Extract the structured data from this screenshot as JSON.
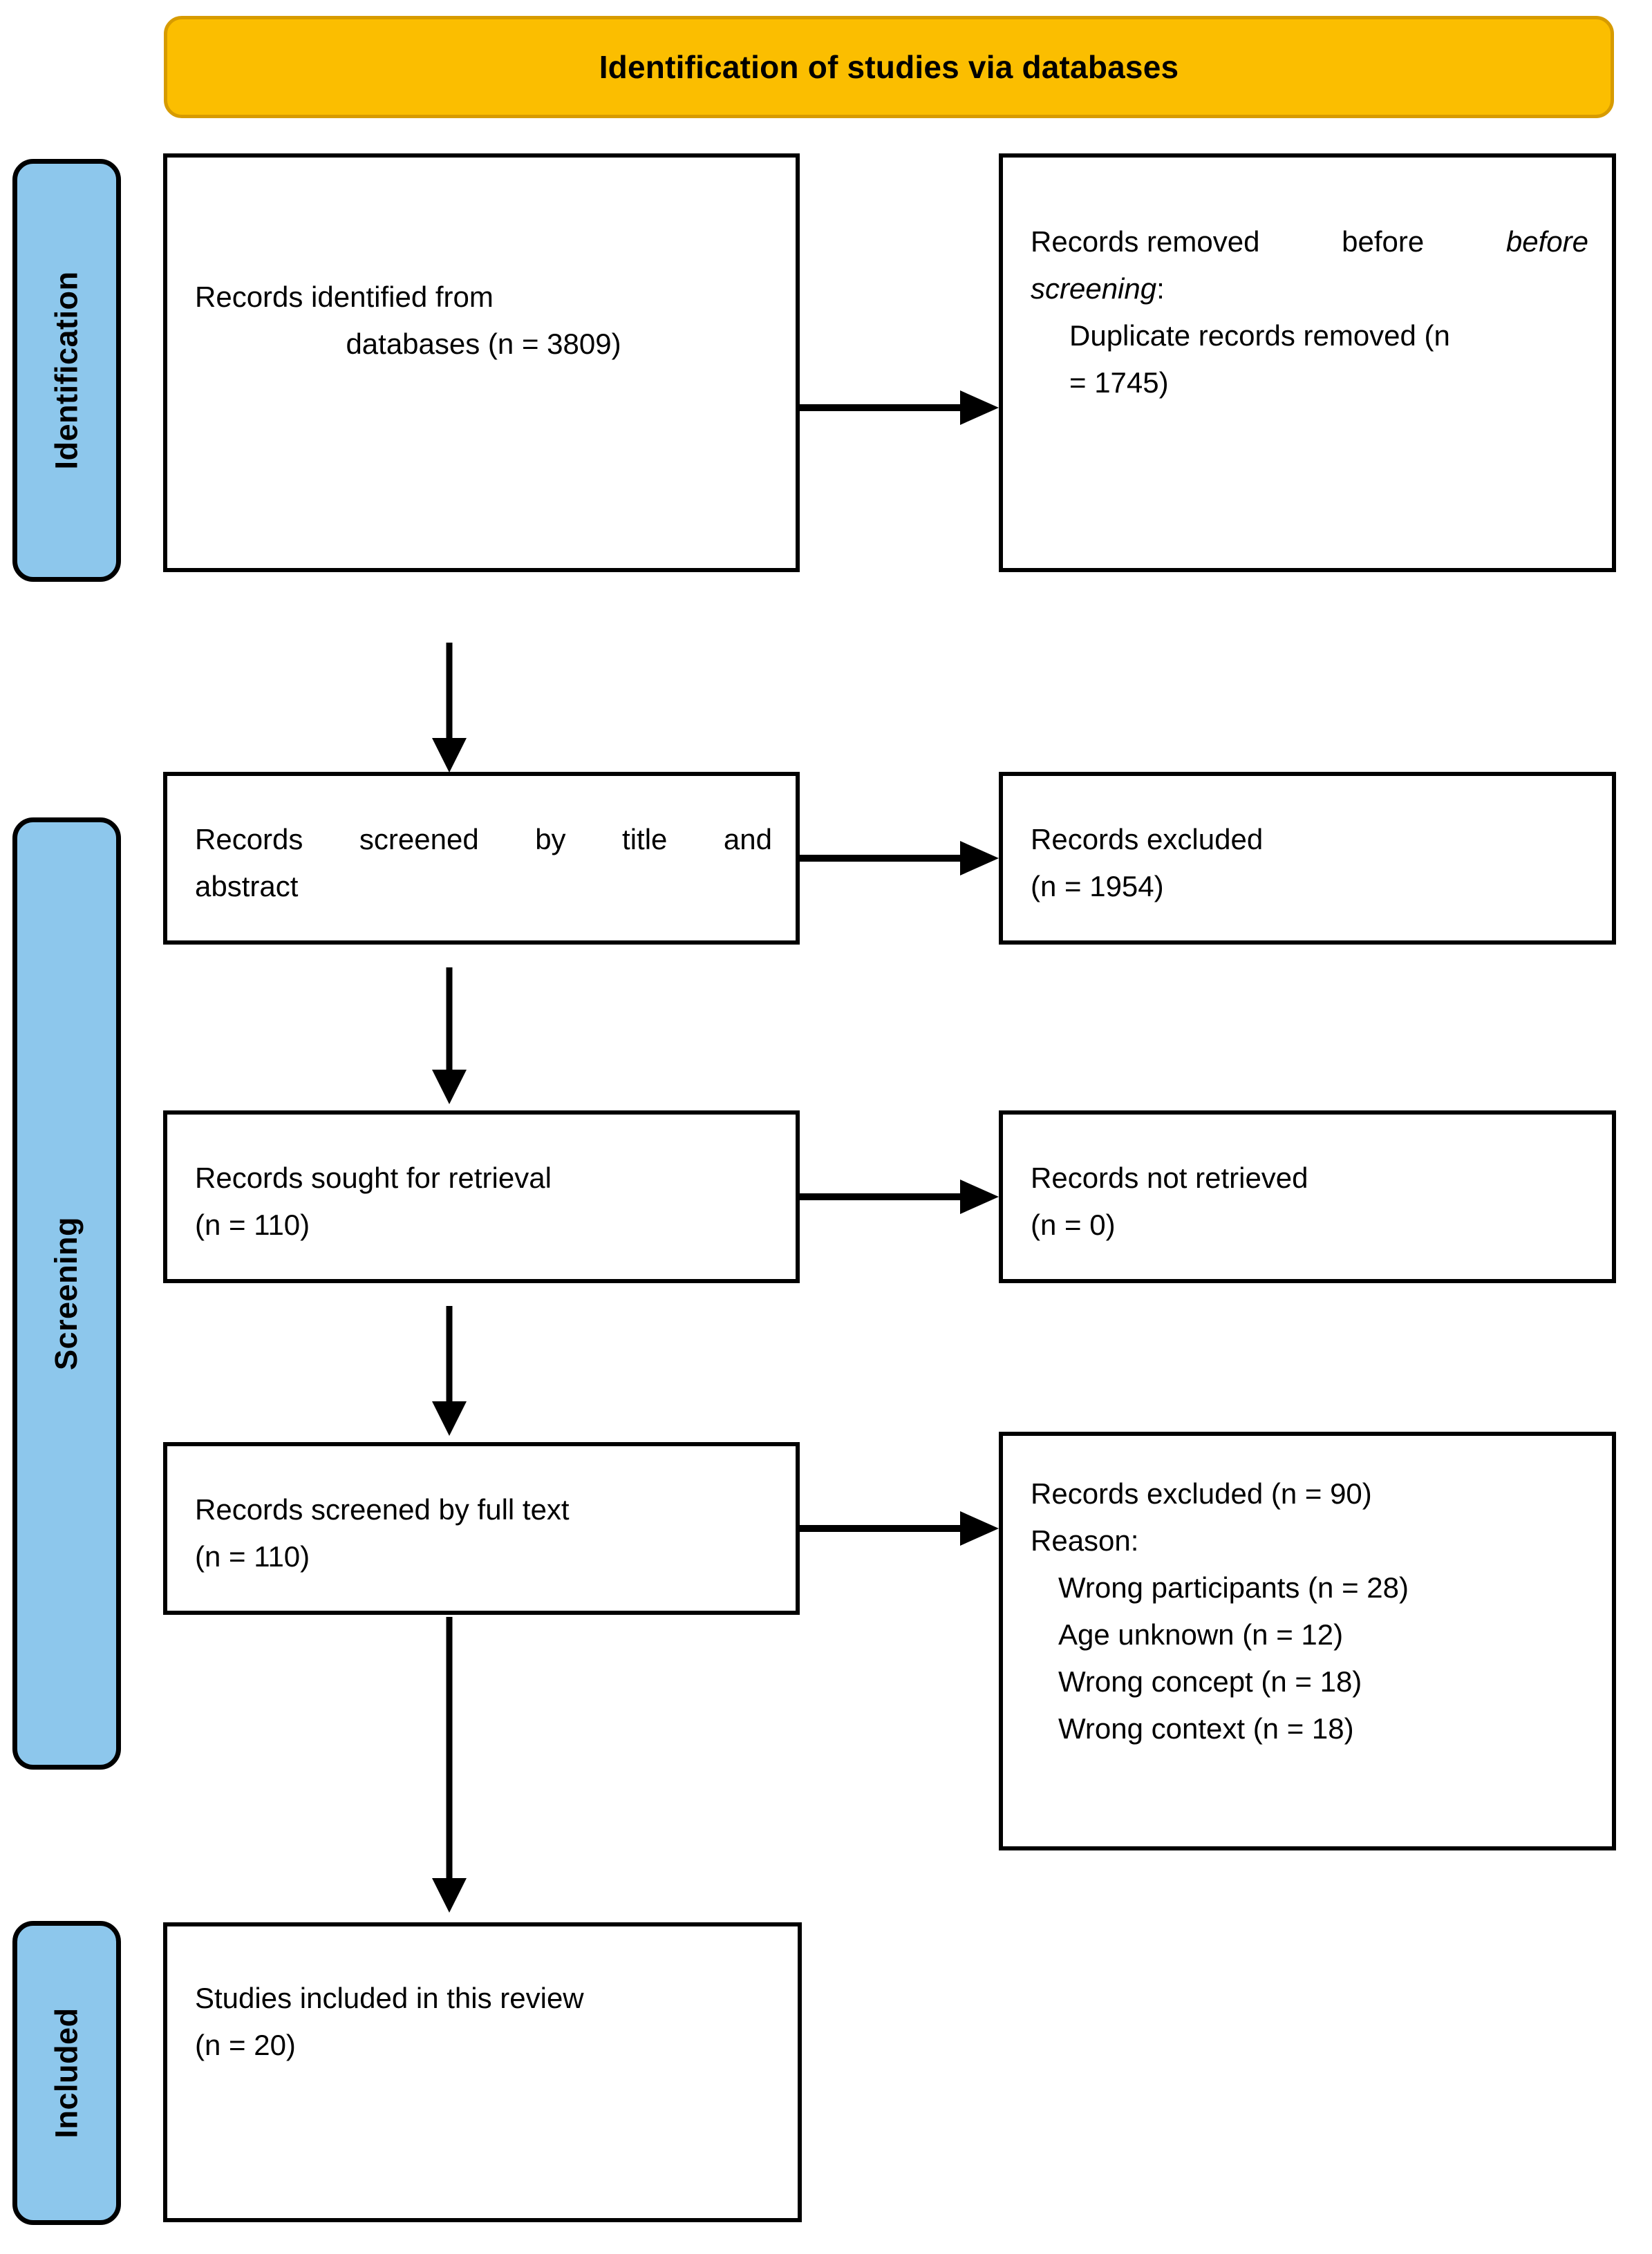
{
  "header": {
    "title": "Identification of studies via databases"
  },
  "stages": [
    {
      "id": "identification",
      "label": "Identification"
    },
    {
      "id": "screening",
      "label": "Screening"
    },
    {
      "id": "included",
      "label": "Included"
    }
  ],
  "boxes": {
    "identified": {
      "line1": "Records identified from",
      "line2": "databases (n = 3809)"
    },
    "removed_before": {
      "line1": "Records removed",
      "line1b": "before",
      "line2": "screening",
      "line2b": ":",
      "line3": "Duplicate records removed (n",
      "line4": "= 1745)"
    },
    "screened_title_abstract": {
      "line1": "Records screened by title and",
      "line2": "abstract"
    },
    "excluded_title_abstract": {
      "line1": "Records excluded",
      "line2": "(n = 1954)"
    },
    "sought_retrieval": {
      "line1": "Records sought for retrieval",
      "line2": "(n = 110)"
    },
    "not_retrieved": {
      "line1": "Records not retrieved",
      "line2": "(n = 0)"
    },
    "screened_full_text": {
      "line1": "Records screened by full text",
      "line2": "(n = 110)"
    },
    "excluded_full_text": {
      "line1": "Records excluded (n = 90)",
      "line2": "Reason:",
      "reasons": [
        "Wrong participants (n = 28)",
        "Age unknown (n = 12)",
        "Wrong concept (n = 18)",
        "Wrong context (n = 18)"
      ]
    },
    "studies_included": {
      "line1": "Studies included in this review",
      "line2": "(n = 20)"
    }
  },
  "colors": {
    "header_fill": "#FBBE00",
    "header_border": "#D79B00",
    "stage_fill": "#8DC7EC",
    "box_border": "#000000",
    "connector": "#000000"
  }
}
